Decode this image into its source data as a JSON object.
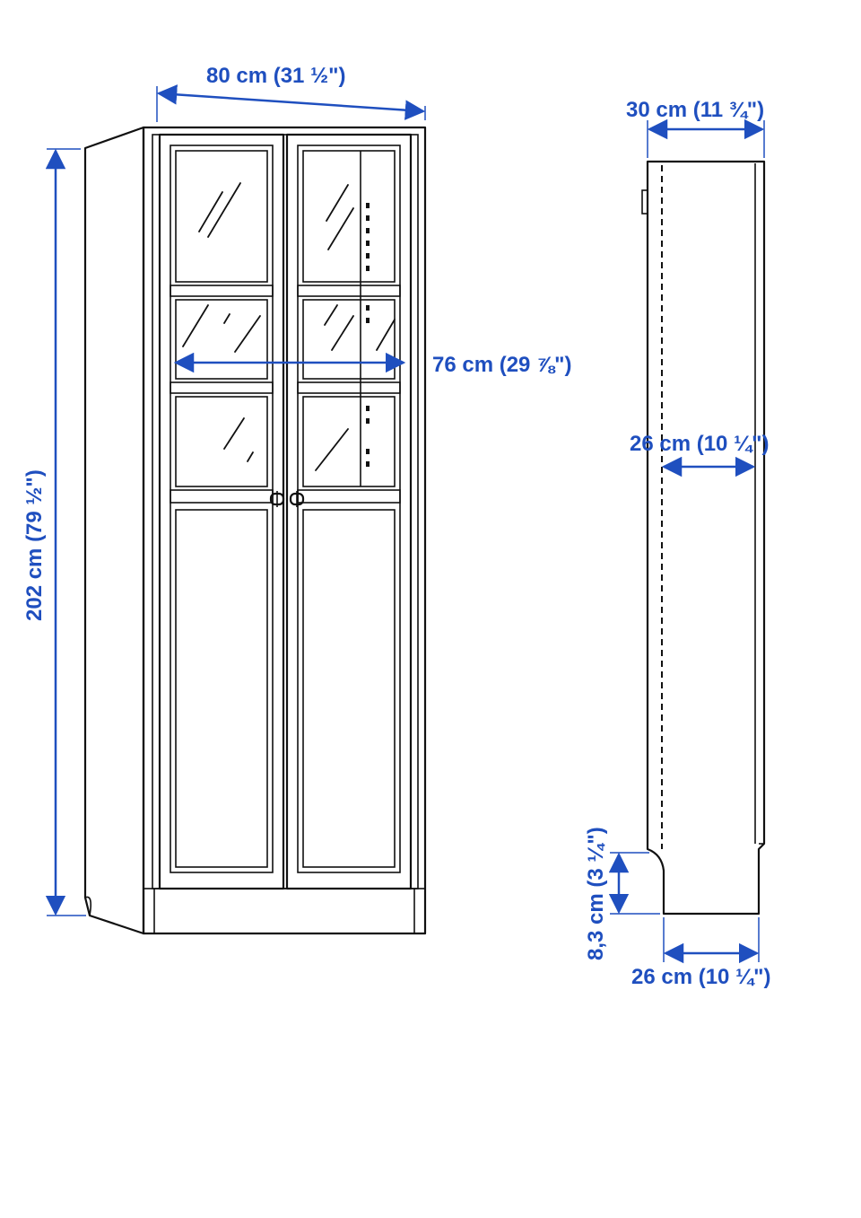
{
  "colors": {
    "dimension": "#1f4fbf",
    "line": "#111111",
    "background": "#ffffff"
  },
  "front_view": {
    "width_label": "80 cm (31 ½\")",
    "height_label": "202 cm (79 ½\")",
    "inner_width_label": "76 cm (29 ⅞\")"
  },
  "side_view": {
    "depth_label": "30 cm (11 ¾\")",
    "inner_depth_label": "26 cm (10 ¼\")",
    "plinth_height_label": "8,3 cm (3 ¼\")",
    "base_depth_label": "26 cm (10 ¼\")"
  }
}
